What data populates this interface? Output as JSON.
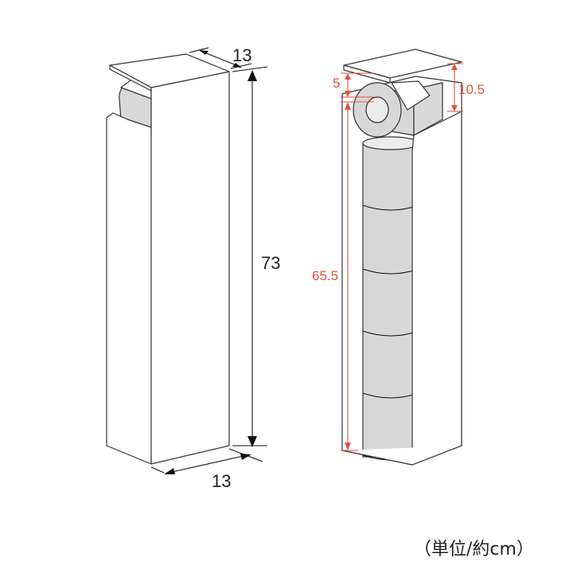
{
  "dimensions": {
    "depth_top": "13",
    "height_total": "73",
    "width_bottom": "13",
    "cover_clearance": "5",
    "top_section": "10.5",
    "storage_height": "65.5"
  },
  "unit_note": "（単位/約cm）",
  "colors": {
    "line": "#333333",
    "dimension_black": "#111111",
    "dimension_red": "#e0523c",
    "roll_fill": "#d7d7d7"
  }
}
